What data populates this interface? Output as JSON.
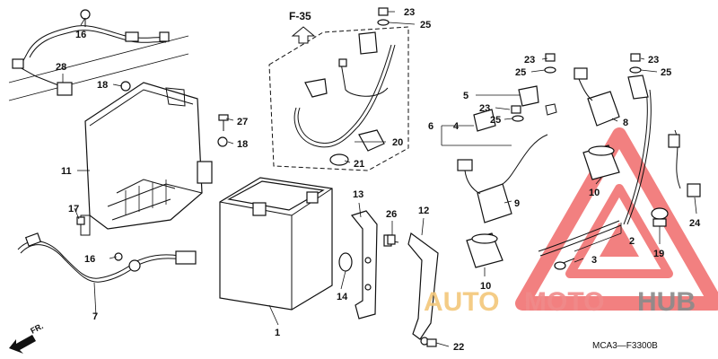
{
  "diagram": {
    "ref_label": "F-35",
    "fr_label": "FR.",
    "code": "MCA3—F3300B",
    "callouts": [
      {
        "id": "c1",
        "text": "1"
      },
      {
        "id": "c2",
        "text": "2"
      },
      {
        "id": "c3",
        "text": "3"
      },
      {
        "id": "c4",
        "text": "4"
      },
      {
        "id": "c5",
        "text": "5"
      },
      {
        "id": "c6",
        "text": "6"
      },
      {
        "id": "c7",
        "text": "7"
      },
      {
        "id": "c8",
        "text": "8"
      },
      {
        "id": "c9",
        "text": "9"
      },
      {
        "id": "c10a",
        "text": "10"
      },
      {
        "id": "c10b",
        "text": "10"
      },
      {
        "id": "c11",
        "text": "11"
      },
      {
        "id": "c12",
        "text": "12"
      },
      {
        "id": "c13",
        "text": "13"
      },
      {
        "id": "c14",
        "text": "14"
      },
      {
        "id": "c16a",
        "text": "16"
      },
      {
        "id": "c16b",
        "text": "16"
      },
      {
        "id": "c17",
        "text": "17"
      },
      {
        "id": "c18a",
        "text": "18"
      },
      {
        "id": "c18b",
        "text": "18"
      },
      {
        "id": "c19",
        "text": "19"
      },
      {
        "id": "c20",
        "text": "20"
      },
      {
        "id": "c21",
        "text": "21"
      },
      {
        "id": "c22",
        "text": "22"
      },
      {
        "id": "c23a",
        "text": "23"
      },
      {
        "id": "c23b",
        "text": "23"
      },
      {
        "id": "c23c",
        "text": "23"
      },
      {
        "id": "c23d",
        "text": "23"
      },
      {
        "id": "c24",
        "text": "24"
      },
      {
        "id": "c25a",
        "text": "25"
      },
      {
        "id": "c25b",
        "text": "25"
      },
      {
        "id": "c25c",
        "text": "25"
      },
      {
        "id": "c25d",
        "text": "25"
      },
      {
        "id": "c26",
        "text": "26"
      },
      {
        "id": "c27",
        "text": "27"
      },
      {
        "id": "c28",
        "text": "28"
      }
    ]
  },
  "watermark": {
    "brand_auto": "AUTO",
    "brand_moto": "MOTO",
    "brand_hub": "HUB",
    "color_auto": "#f3c77a",
    "color_moto": "#f08a8a",
    "color_hub": "#8a8a8a",
    "triangle_color": "#f06a6a"
  }
}
